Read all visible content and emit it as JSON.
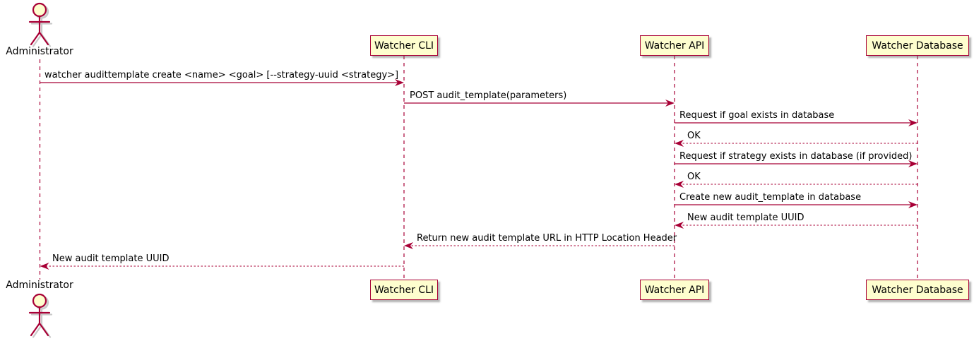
{
  "colors": {
    "stroke": "#A80036",
    "participant_fill": "#FEFECE",
    "text": "#000000",
    "background": "#FFFFFF",
    "shadow": "#C8C8C8"
  },
  "diagram": {
    "type": "sequence"
  },
  "participants": [
    {
      "id": "administrator",
      "kind": "actor",
      "label": "Administrator"
    },
    {
      "id": "watcher-cli",
      "kind": "participant",
      "label": "Watcher CLI"
    },
    {
      "id": "watcher-api",
      "kind": "participant",
      "label": "Watcher API"
    },
    {
      "id": "watcher-database",
      "kind": "participant",
      "label": "Watcher Database"
    }
  ],
  "messages": [
    {
      "from": "Administrator",
      "to": "Watcher CLI",
      "line": "solid",
      "text": "watcher audittemplate create <name> <goal> [--strategy-uuid <strategy>]"
    },
    {
      "from": "Watcher CLI",
      "to": "Watcher API",
      "line": "solid",
      "text": "POST audit_template(parameters)"
    },
    {
      "from": "Watcher API",
      "to": "Watcher Database",
      "line": "solid",
      "text": "Request if goal exists in database"
    },
    {
      "from": "Watcher Database",
      "to": "Watcher API",
      "line": "dashed",
      "text": "OK"
    },
    {
      "from": "Watcher API",
      "to": "Watcher Database",
      "line": "solid",
      "text": "Request if strategy exists in database (if provided)"
    },
    {
      "from": "Watcher Database",
      "to": "Watcher API",
      "line": "dashed",
      "text": "OK"
    },
    {
      "from": "Watcher API",
      "to": "Watcher Database",
      "line": "solid",
      "text": "Create new audit_template in database"
    },
    {
      "from": "Watcher Database",
      "to": "Watcher API",
      "line": "dashed",
      "text": "New audit template UUID"
    },
    {
      "from": "Watcher API",
      "to": "Watcher CLI",
      "line": "dashed",
      "text": "Return new audit template URL in HTTP Location Header"
    },
    {
      "from": "Watcher CLI",
      "to": "Administrator",
      "line": "dashed",
      "text": "New audit template UUID"
    }
  ]
}
